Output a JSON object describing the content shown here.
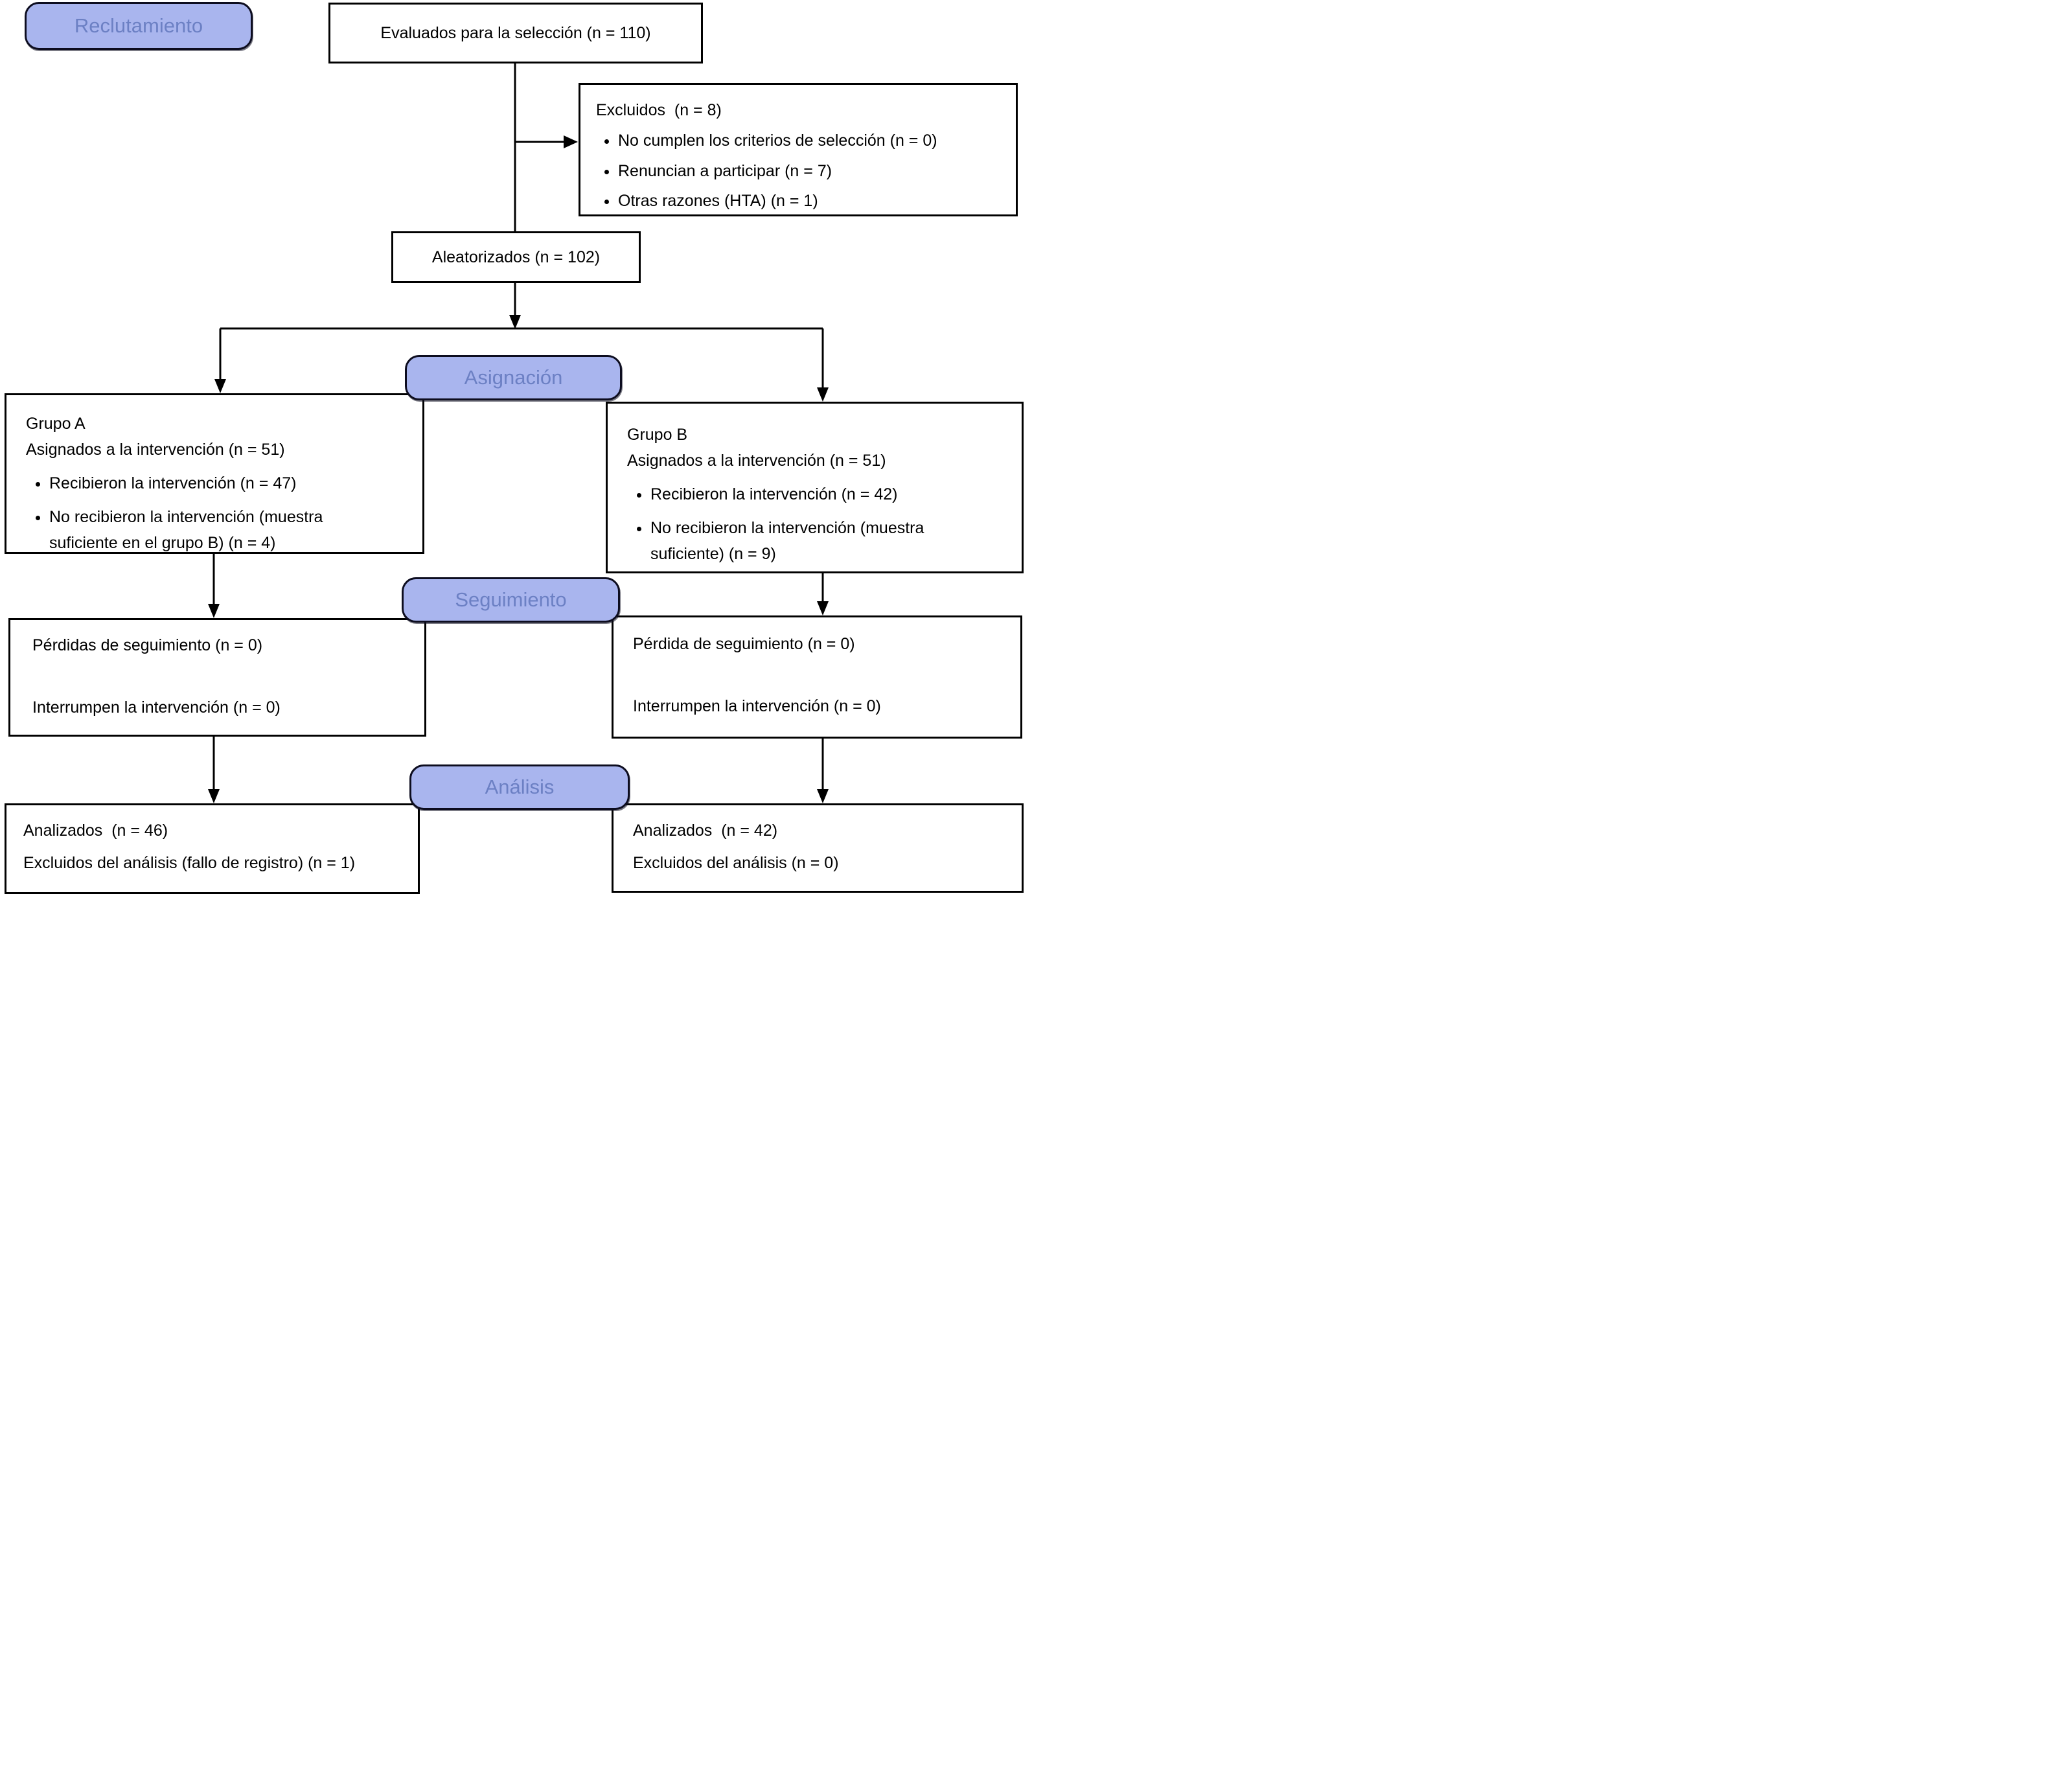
{
  "stages": {
    "recruitment": "Reclutamiento",
    "allocation": "Asignación",
    "followup": "Seguimiento",
    "analysis": "Análisis"
  },
  "assessed": {
    "text": "Evaluados para la selección (n = 110)"
  },
  "excluded": {
    "title": "Excluidos  (n = 8)",
    "items": [
      "No cumplen los criterios de selección (n = 0)",
      "Renuncian a participar (n = 7)",
      "Otras razones (HTA) (n = 1)"
    ]
  },
  "randomized": {
    "text": "Aleatorizados (n = 102)"
  },
  "group_a": {
    "name": "Grupo A",
    "assigned": "Asignados a la intervención (n = 51)",
    "items": [
      "Recibieron la intervención (n = 47)",
      "No recibieron la intervención (muestra suficiente en el grupo B) (n = 4)"
    ]
  },
  "group_b": {
    "name": "Grupo B",
    "assigned": "Asignados a la intervención (n = 51)",
    "items": [
      "Recibieron la intervención (n = 42)",
      "No recibieron la intervención (muestra suficiente) (n = 9)"
    ]
  },
  "followup_a": {
    "lost": "Pérdidas de seguimiento (n = 0)",
    "discontinued": "Interrumpen la intervención (n = 0)"
  },
  "followup_b": {
    "lost": "Pérdida de seguimiento (n = 0)",
    "discontinued": "Interrumpen la intervención (n = 0)"
  },
  "analysis_a": {
    "analyzed": "Analizados  (n = 46)",
    "excluded": "Excluidos del análisis (fallo de registro) (n = 1)"
  },
  "analysis_b": {
    "analyzed": "Analizados  (n = 42)",
    "excluded": "Excluidos del análisis (n = 0)"
  },
  "colors": {
    "stage_fill": "#a9b5ee",
    "stage_text": "#6c80c4",
    "stage_border": "#0d0d1f",
    "box_border": "#000000",
    "connector": "#000000",
    "background": "#ffffff"
  }
}
